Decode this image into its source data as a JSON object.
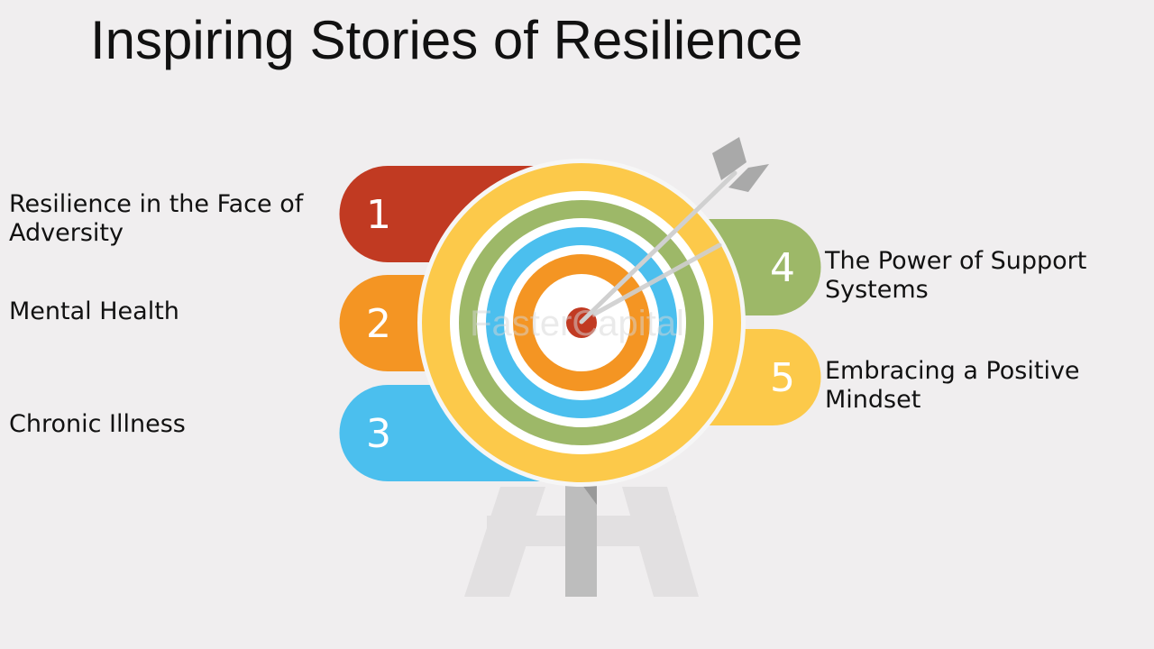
{
  "slide": {
    "title": "Inspiring Stories of Resilience",
    "watermark": "FasterCapital"
  },
  "items": [
    {
      "number": "1",
      "label": "Resilience in the Face of Adversity",
      "color": "#c13a22"
    },
    {
      "number": "2",
      "label": "Mental Health",
      "color": "#f49523"
    },
    {
      "number": "3",
      "label": "Chronic Illness",
      "color": "#4bbfee"
    },
    {
      "number": "4",
      "label": "The Power of Support Systems",
      "color": "#9db868"
    },
    {
      "number": "5",
      "label": "Embracing a Positive Mindset",
      "color": "#fcc94a"
    }
  ],
  "target": {
    "ring_colors": [
      "#fcc94a",
      "#ffffff",
      "#9db868",
      "#ffffff",
      "#4bbfee",
      "#ffffff",
      "#f49523",
      "#ffffff",
      "#c13a22"
    ],
    "arrow_color": "#a9a9a9",
    "stand_color": "#e2e0e1"
  }
}
